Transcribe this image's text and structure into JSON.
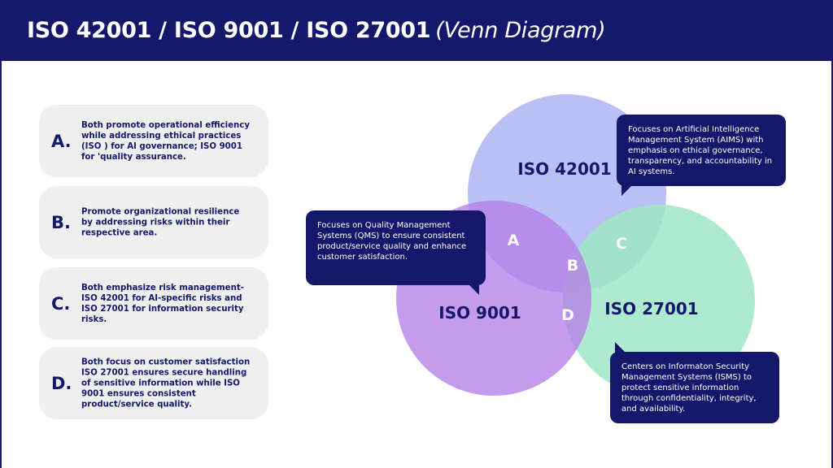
{
  "header": {
    "title": "ISO 42001 / ISO 9001 / ISO 27001",
    "subtitle": "(Venn Diagram)"
  },
  "cards": [
    {
      "letter": "A.",
      "text": "Both promote operational efficiency while addressing ethical practices (ISO ) for AI governance; ISO 9001 for 'quality assurance."
    },
    {
      "letter": "B.",
      "text": "Promote organizational resilience by addressing risks within their respective area."
    },
    {
      "letter": "C.",
      "text": "Both emphasize risk management-ISO 42001 for AI-specific risks and ISO 27001 for information security risks."
    },
    {
      "letter": "D.",
      "text": "Both focus on customer satisfaction ISO 27001 ensures secure handling of sensitive information while ISO 9001 ensures consistent product/service quality."
    }
  ],
  "venn": {
    "circles": [
      {
        "name": "ISO 42001",
        "color": "#aeb4f4"
      },
      {
        "name": "ISO 9001",
        "color": "#b57fe8"
      },
      {
        "name": "ISO 27001",
        "color": "#9fe6c6"
      }
    ],
    "regions": [
      "A",
      "B",
      "C",
      "D"
    ]
  },
  "bubbles": {
    "aims": "Focuses on Artificial Intelligence Management System (AIMS) with emphasis on ethical governance, transparency, and accountability in AI systems.",
    "qms": "Focuses on Quality Management Systems (QMS) to ensure consistent product/service quality and enhance customer satisfaction.",
    "isms": "Centers on Informaton Security Management Systems (ISMS) to protect sensitive information through confidentiality, integrity, and availability."
  },
  "colors": {
    "navy": "#15186a",
    "card_bg": "#efefef"
  }
}
